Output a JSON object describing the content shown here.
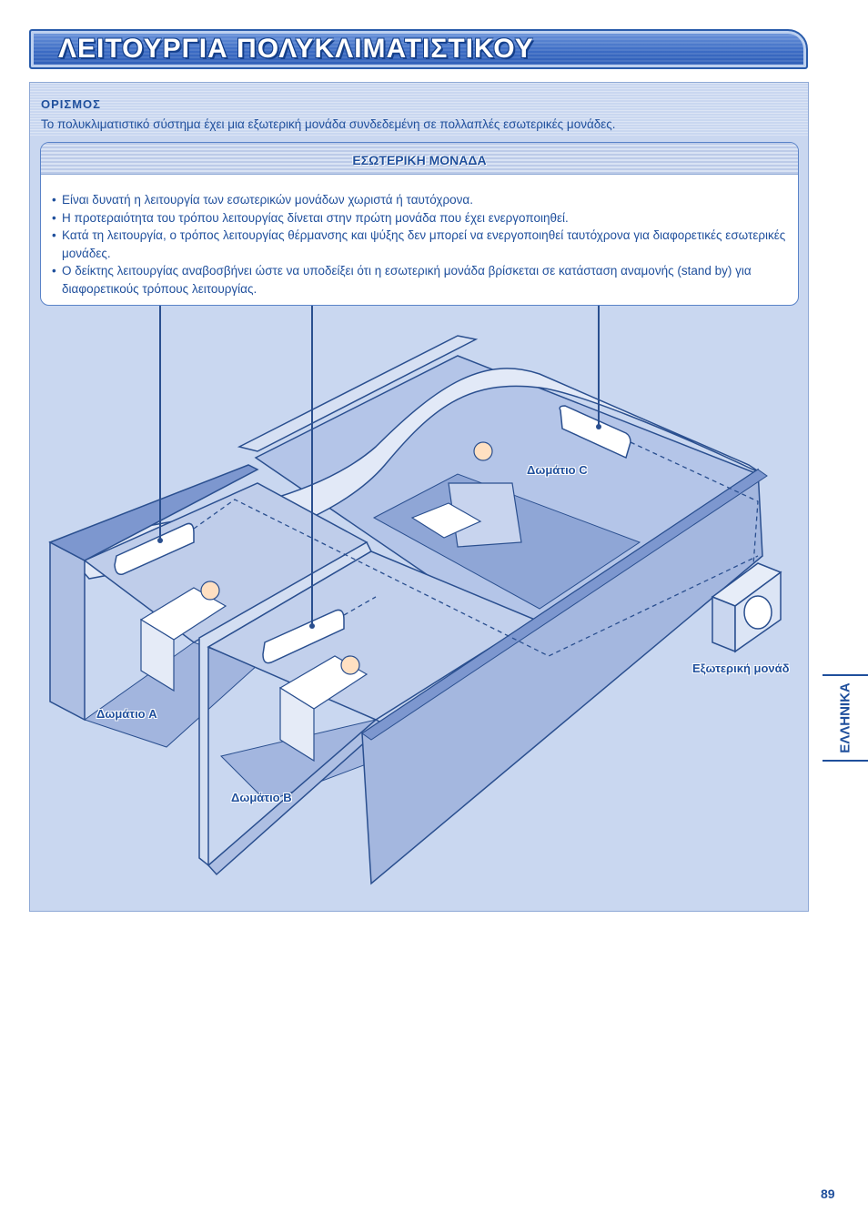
{
  "header": {
    "title": "ΛΕΙΤΟΥΡΓΙΑ ΠΟΛΥΚΛΙΜΑΤΙΣΤΙΚΟΥ"
  },
  "definition": {
    "heading": "ΟΡΙΣΜΟΣ",
    "text": "Το πολυκλιματιστικό σύστημα έχει μια εξωτερική μονάδα συνδεδεμένη σε πολλαπλές εσωτερικές μονάδες."
  },
  "indoor": {
    "heading": "ΕΣΩΤΕΡΙΚΗ ΜΟΝΑΔΑ",
    "bullets": [
      "Είναι δυνατή η λειτουργία των εσωτερικών μονάδων χωριστά ή ταυτόχρονα.",
      "Η προτεραιότητα του τρόπου λειτουργίας δίνεται στην πρώτη μονάδα που έχει ενεργοποιηθεί.",
      "Κατά τη λειτουργία, ο τρόπος λειτουργίας θέρμανσης και ψύξης δεν μπορεί να ενεργοποιηθεί ταυτόχρονα για διαφορετικές εσωτερικές μονάδες.",
      "Ο δείκτης λειτουργίας αναβοσβήνει ώστε να υποδείξει ότι η εσωτερική μονάδα βρίσκεται σε κατάσταση αναμονής (stand by) για διαφορετικούς τρόπους λειτουργίας."
    ]
  },
  "diagram": {
    "room_a": "Δωμάτιο A",
    "room_b": "Δωμάτιο B",
    "room_c": "Δωμάτιο C",
    "outdoor_unit": "Εξωτερική μονάδ"
  },
  "side_tab": "ΕΛΛΗΝΙΚΑ",
  "page_number": "89",
  "colors": {
    "primary": "#1f4f9c",
    "panel": "#c9d7f0",
    "title_fill": "#3c6cc4"
  }
}
